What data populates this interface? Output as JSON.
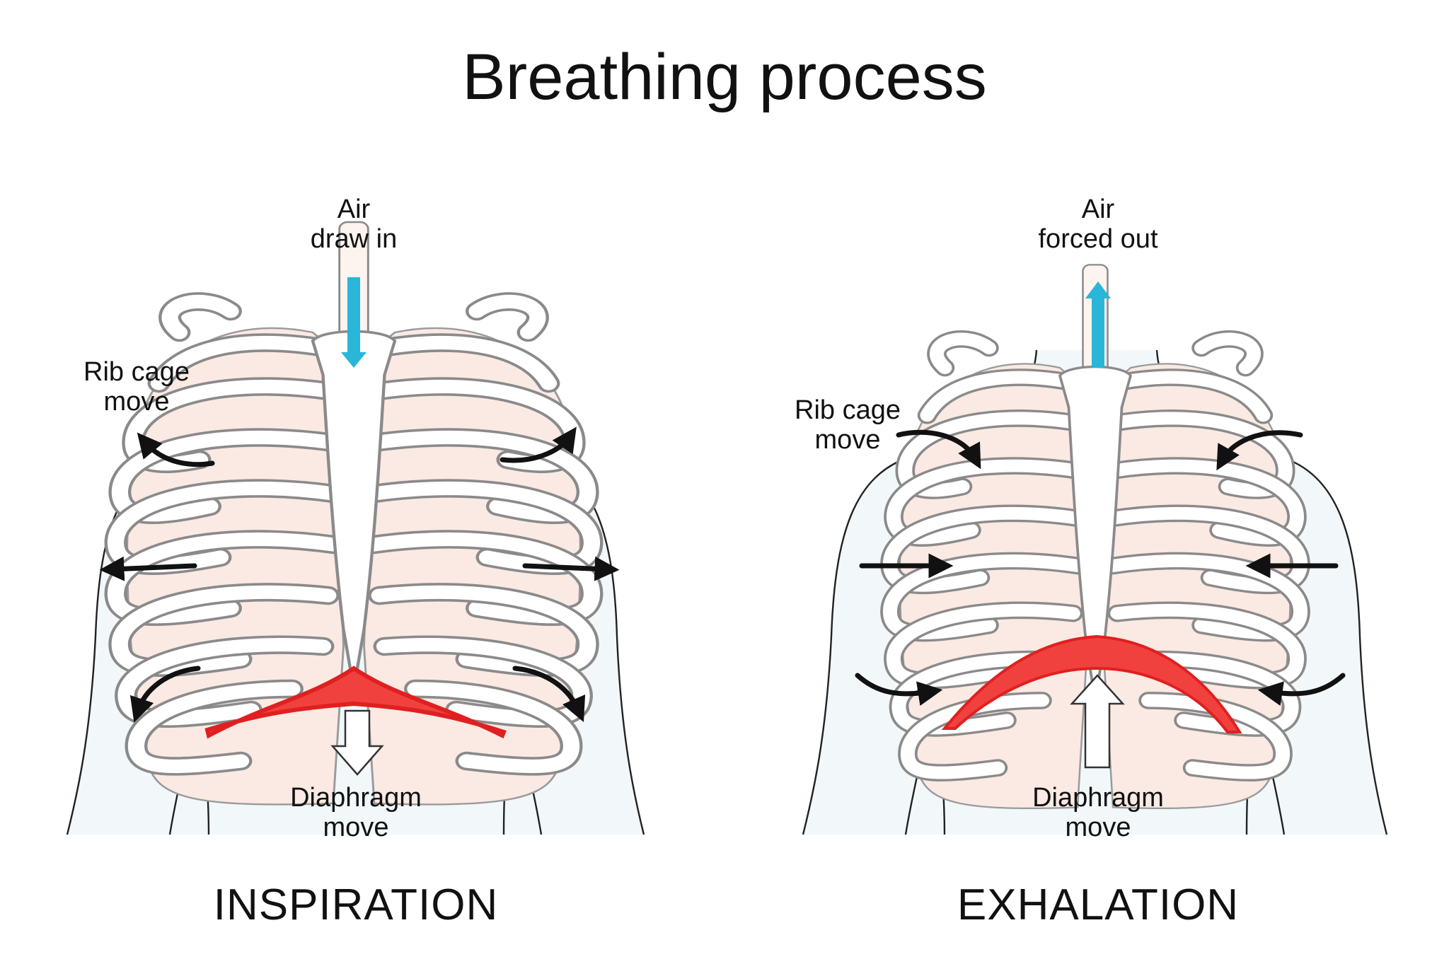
{
  "title": "Breathing process",
  "inspiration": {
    "heading": "INSPIRATION",
    "air_label_line1": "Air",
    "air_label_line2": "draw in",
    "rib_label_line1": "Rib cage",
    "rib_label_line2": "move",
    "diaphragm_label_line1": "Diaphragm",
    "diaphragm_label_line2": "move"
  },
  "exhalation": {
    "heading": "EXHALATION",
    "air_label_line1": "Air",
    "air_label_line2": "forced out",
    "rib_label_line1": "Rib cage",
    "rib_label_line2": "move",
    "diaphragm_label_line1": "Diaphragm",
    "diaphragm_label_line2": "move"
  },
  "colors": {
    "air_arrow": "#29b6d8",
    "diaphragm": "#f0413f",
    "lung": "#fbe9e3",
    "skin": "#f2f7fa",
    "bone": "#ffffff",
    "outline": "#222222"
  }
}
